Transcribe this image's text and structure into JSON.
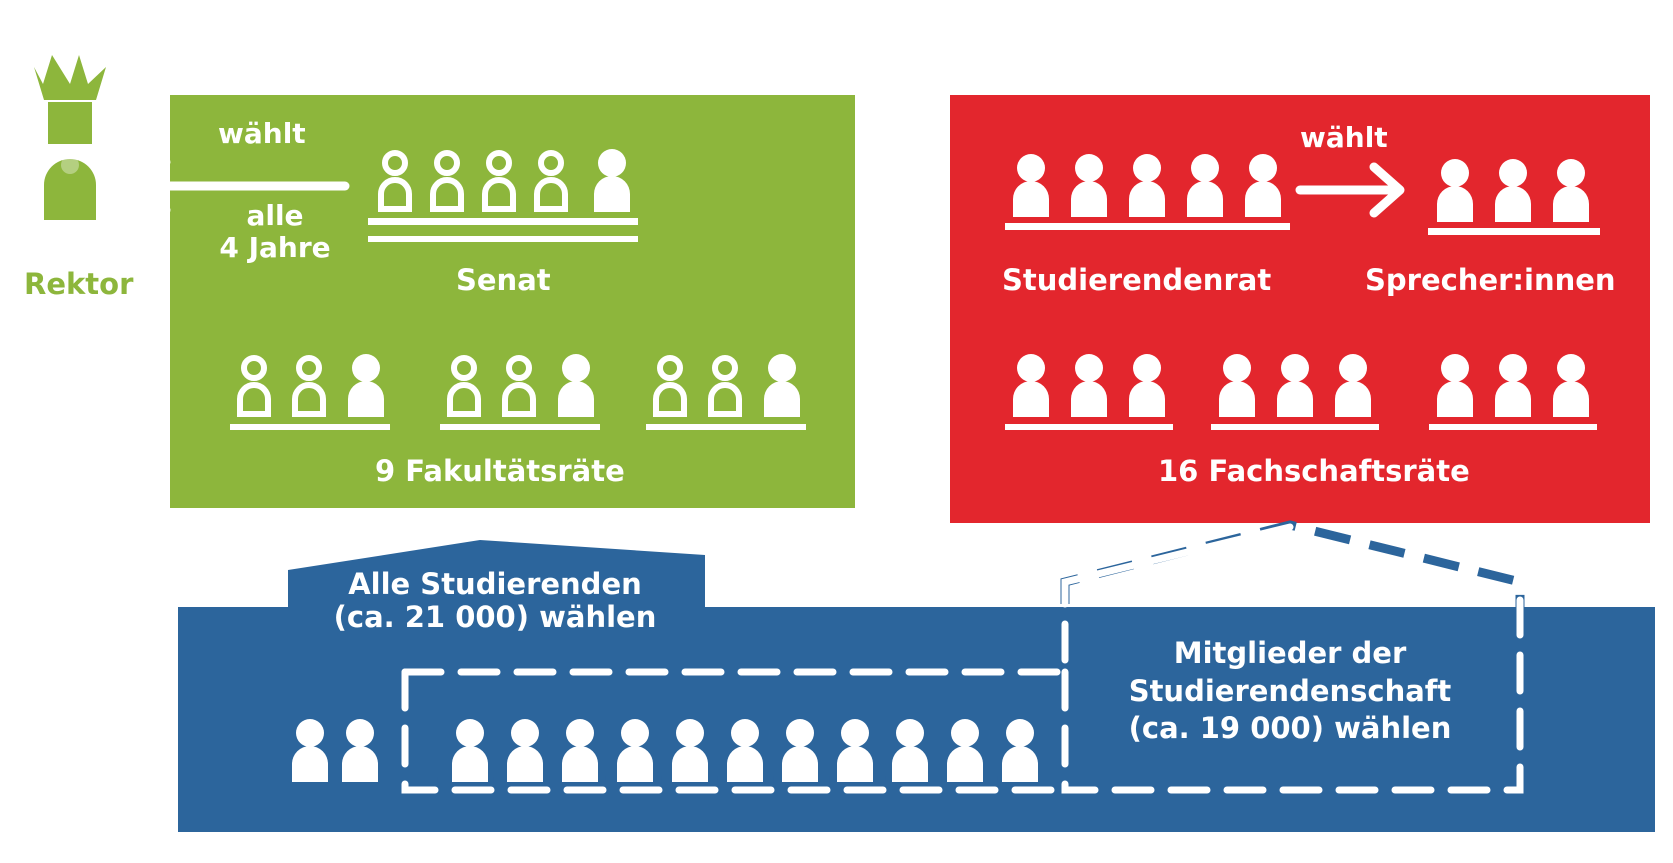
{
  "colors": {
    "green": "#8db63c",
    "red": "#e3262d",
    "blue": "#2c659c",
    "white": "#ffffff"
  },
  "rektor": {
    "label": "Rektor",
    "icon": "king-crown-icon"
  },
  "green_panel": {
    "elects_label": "wählt",
    "interval_line1": "alle",
    "interval_line2": "4 Jahre",
    "senat_label": "Senat",
    "faculty_councils_label": "9 Fakultätsräte"
  },
  "red_panel": {
    "elects_label": "wählt",
    "student_council_label": "Studierendenrat",
    "speakers_label": "Sprecher:innen",
    "department_councils_label": "16 Fachschaftsräte"
  },
  "blue_panel": {
    "all_students_line1": "Alle Studierenden",
    "all_students_line2": "(ca. 21 000) wählen",
    "members_line1": "Mitglieder der",
    "members_line2": "Studierendenschaft",
    "members_line3": "(ca. 19 000) wählen"
  }
}
